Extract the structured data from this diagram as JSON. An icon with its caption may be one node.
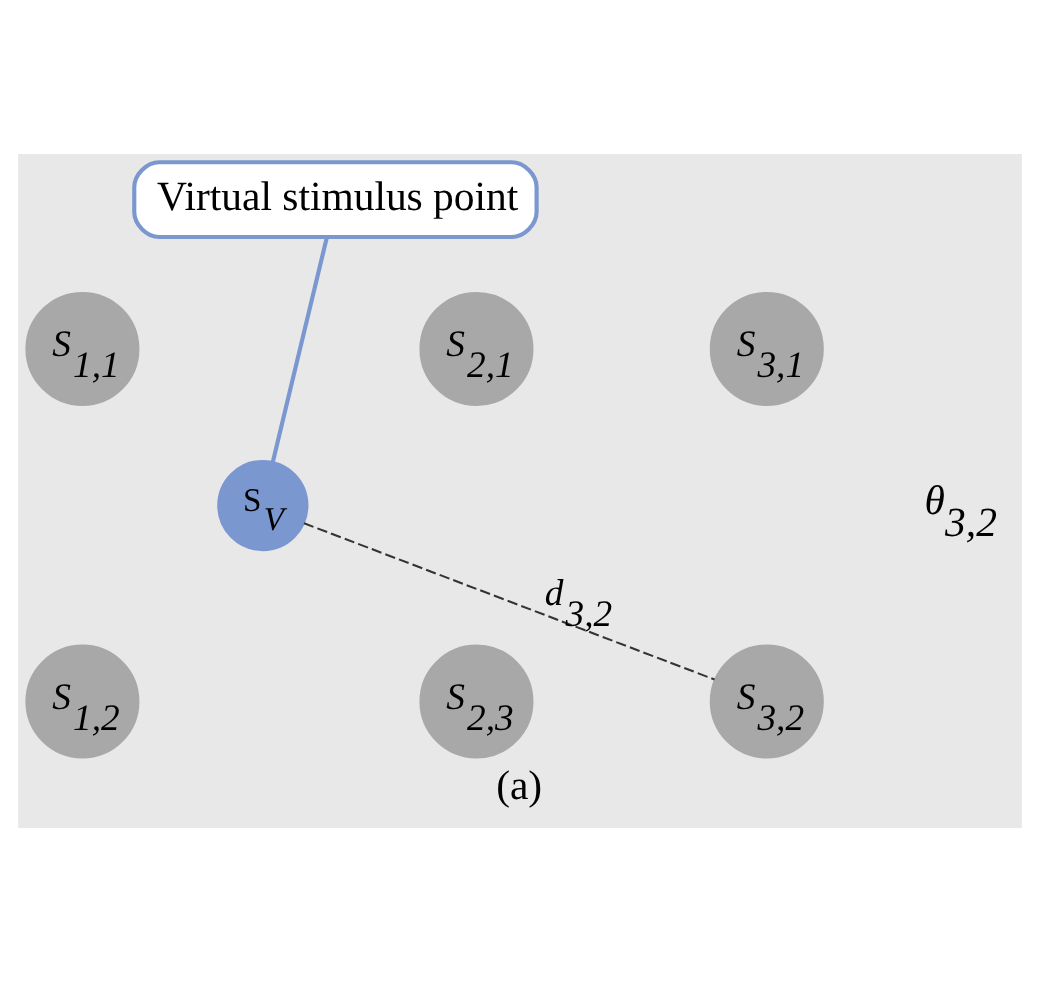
{
  "diagram": {
    "caption": "(a)",
    "nodes": [
      {
        "text": [
          "Virtual stimulus point"
        ]
      },
      {
        "text": [
          "*S*$_{1,1}$"
        ]
      },
      {
        "text": [
          "*S*$_{2,1}$"
        ]
      },
      {
        "text": [
          "*S*$_{3,1}$"
        ]
      },
      {
        "text": [
          "S$_{V}$"
        ]
      },
      {
        "text": [
          "*S*$_{1,2}$"
        ]
      },
      {
        "text": [
          "*S*$_{2,3}$"
        ]
      },
      {
        "text": [
          "*S*$_{3,2}$"
        ]
      }
    ],
    "edges": [
      {
        "from": 0,
        "to": 4,
        "arrow": "none",
        "color": "#7b97d0"
      },
      {
        "from": 4,
        "to": 7,
        "arrow": "none",
        "style": "dashed",
        "color": "#333333",
        "label": "*d*$_{3,2}$"
      }
    ],
    "labels": [
      "*θ*$_{3,2}$"
    ]
  }
}
